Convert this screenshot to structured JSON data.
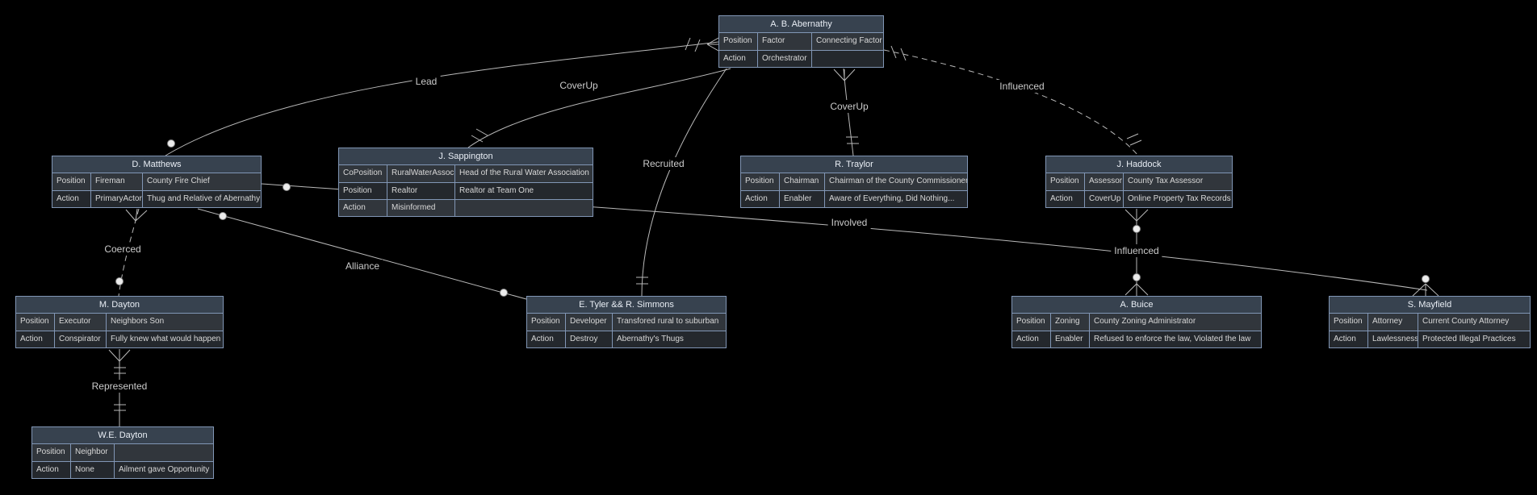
{
  "entities": {
    "abernathy": {
      "title": "A. B. Abernathy",
      "rows": [
        [
          "Position",
          "Factor",
          "Connecting Factor"
        ],
        [
          "Action",
          "Orchestrator",
          ""
        ]
      ]
    },
    "matthews": {
      "title": "D. Matthews",
      "rows": [
        [
          "Position",
          "Fireman",
          "County Fire Chief"
        ],
        [
          "Action",
          "PrimaryActor",
          "Thug and Relative of Abernathy"
        ]
      ]
    },
    "sappington": {
      "title": "J. Sappington",
      "rows": [
        [
          "CoPosition",
          "RuralWaterAssoc",
          "Head of the Rural Water Association"
        ],
        [
          "Position",
          "Realtor",
          "Realtor at Team One"
        ],
        [
          "Action",
          "Misinformed",
          ""
        ]
      ]
    },
    "traylor": {
      "title": "R. Traylor",
      "rows": [
        [
          "Position",
          "Chairman",
          "Chairman of the County Commissioners"
        ],
        [
          "Action",
          "Enabler",
          "Aware of Everything, Did Nothing..."
        ]
      ]
    },
    "haddock": {
      "title": "J. Haddock",
      "rows": [
        [
          "Position",
          "Assessor",
          "County Tax Assessor"
        ],
        [
          "Action",
          "CoverUp",
          "Online Property Tax Records"
        ]
      ]
    },
    "mdayton": {
      "title": "M. Dayton",
      "rows": [
        [
          "Position",
          "Executor",
          "Neighbors Son"
        ],
        [
          "Action",
          "Conspirator",
          "Fully knew what would happen"
        ]
      ]
    },
    "tyler": {
      "title": "E. Tyler && R. Simmons",
      "rows": [
        [
          "Position",
          "Developer",
          "Transfored rural to suburban"
        ],
        [
          "Action",
          "Destroy",
          "Abernathy's Thugs"
        ]
      ]
    },
    "buice": {
      "title": "A. Buice",
      "rows": [
        [
          "Position",
          "Zoning",
          "County Zoning Administrator"
        ],
        [
          "Action",
          "Enabler",
          "Refused to enforce the law, Violated the law"
        ]
      ]
    },
    "mayfield": {
      "title": "S. Mayfield",
      "rows": [
        [
          "Position",
          "Attorney",
          "Current County Attorney"
        ],
        [
          "Action",
          "Lawlessness",
          "Protected Illegal Practices"
        ]
      ]
    },
    "wedayton": {
      "title": "W.E. Dayton",
      "rows": [
        [
          "Position",
          "Neighbor",
          ""
        ],
        [
          "Action",
          "None",
          "Ailment gave Opportunity"
        ]
      ]
    }
  },
  "edges": {
    "lead": "Lead",
    "coverup_sappington": "CoverUp",
    "coverup_traylor": "CoverUp",
    "influenced_haddock": "Influenced",
    "recruited": "Recruited",
    "coerced": "Coerced",
    "alliance": "Alliance",
    "involved": "Involved",
    "influenced_buice": "Influenced",
    "represented": "Represented"
  },
  "colors": {
    "background": "#000000",
    "entity_border": "#8196b5",
    "entity_title_bg": "#37424f",
    "row_light_bg": "#31363c",
    "row_dark_bg": "#24282d",
    "edge_stroke": "#b9b9b9",
    "label_text": "#cbcbcb"
  }
}
